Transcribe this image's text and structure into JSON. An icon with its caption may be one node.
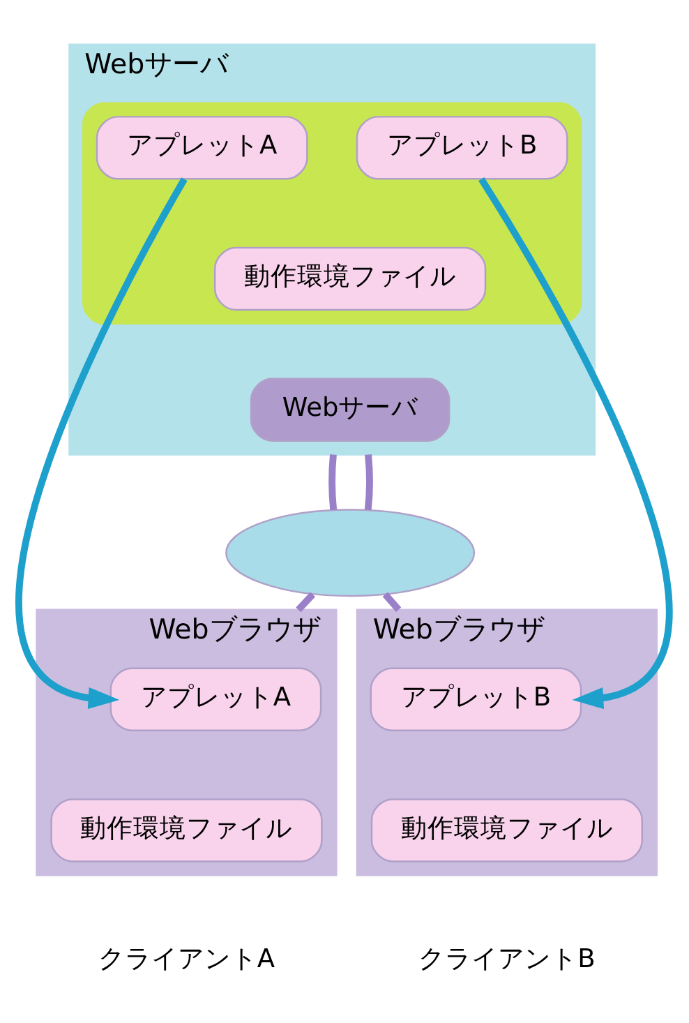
{
  "diagram": {
    "nodes": [
      {
        "text": [
          "Webサーバ"
        ]
      },
      {
        "text": [],
        "shape": "cylinder",
        "in": 0
      },
      {
        "text": [
          "アプレットA"
        ],
        "in": 1
      },
      {
        "text": [
          "アプレットB"
        ],
        "in": 1
      },
      {
        "text": [
          "動作環境ファイル"
        ],
        "in": 1
      },
      {
        "text": [
          "Webサーバ"
        ],
        "in": 0
      },
      {
        "text": [],
        "shape": "ellipse"
      },
      {
        "text": [
          "Webブラウザ"
        ],
        "beside": [
          "クライアントA"
        ]
      },
      {
        "text": [
          "アプレットA"
        ],
        "in": 7
      },
      {
        "text": [
          "動作環境ファイル"
        ],
        "in": 7
      },
      {
        "text": [
          "Webブラウザ"
        ],
        "beside": [
          "クライアントB"
        ]
      },
      {
        "text": [
          "アプレットB"
        ],
        "in": 10
      },
      {
        "text": [
          "動作環境ファイル"
        ],
        "in": 10
      }
    ],
    "edges": [
      {
        "from": 0,
        "to": 6,
        "arrow": "none",
        "color": "#9a80c8"
      },
      {
        "from": 0,
        "to": 6,
        "arrow": "none",
        "color": "#9a80c8"
      },
      {
        "from": 6,
        "to": 7,
        "arrow": "none",
        "color": "#9a80c8"
      },
      {
        "from": 6,
        "to": 10,
        "arrow": "none",
        "color": "#9a80c8"
      },
      {
        "from": 2,
        "to": 8,
        "arrow": "to",
        "color": "#1ea0cc"
      },
      {
        "from": 3,
        "to": 11,
        "arrow": "to",
        "color": "#1ea0cc"
      }
    ]
  }
}
